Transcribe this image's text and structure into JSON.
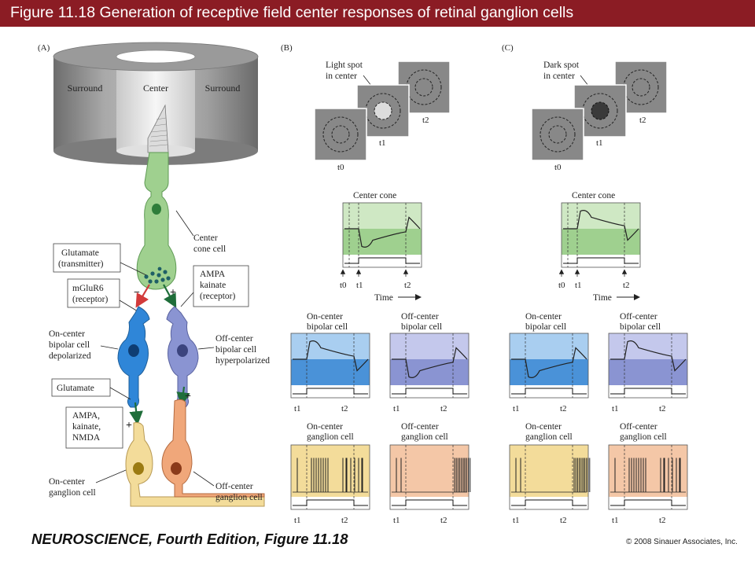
{
  "header": {
    "title": "Figure 11.18  Generation of receptive field center responses of retinal ganglion cells"
  },
  "footer": {
    "book": "NEUROSCIENCE, Fourth Edition, Figure 11.18",
    "copyright": "© 2008 Sinauer Associates, Inc."
  },
  "colors": {
    "header_bg": "#8b1c24",
    "cone": "#9fd08f",
    "on_bipolar": "#2f86d8",
    "off_bipolar": "#8a94d2",
    "on_ganglion": "#f3dc9a",
    "off_ganglion": "#f0a77a",
    "glutamate_arrow_green": "#1f6e3a",
    "glutamate_arrow_red": "#d23a3a"
  },
  "panel_a": {
    "letter": "(A)",
    "surround_left": "Surround",
    "center": "Center",
    "surround_right": "Surround",
    "center_cone_1": "Center",
    "center_cone_2": "cone cell",
    "glut_transmitter_1": "Glutamate",
    "glut_transmitter_2": "(transmitter)",
    "mglur6_1": "mGluR6",
    "mglur6_2": "(receptor)",
    "ampa_kainate_1": "AMPA",
    "ampa_kainate_2": "kainate",
    "ampa_kainate_3": "(receptor)",
    "minus": "−",
    "plus1": "+",
    "plus2": "+",
    "plus3": "+",
    "on_bipolar_1": "On-center",
    "on_bipolar_2": "bipolar cell",
    "on_bipolar_3": "depolarized",
    "off_bipolar_1": "Off-center",
    "off_bipolar_2": "bipolar cell",
    "off_bipolar_3": "hyperpolarized",
    "glutamate": "Glutamate",
    "ampa_nmda_1": "AMPA,",
    "ampa_nmda_2": "kainate,",
    "ampa_nmda_3": "NMDA",
    "on_ganglion_1": "On-center",
    "on_ganglion_2": "ganglion cell",
    "off_ganglion_1": "Off-center",
    "off_ganglion_2": "ganglion cell"
  },
  "panel_b": {
    "letter": "(B)",
    "spot_1": "Light spot",
    "spot_2": "in center",
    "t0": "t0",
    "t1": "t1",
    "t2": "t2",
    "center_cone": "Center cone",
    "time": "Time",
    "on_bipolar_1": "On-center",
    "on_bipolar_2": "bipolar cell",
    "off_bipolar_1": "Off-center",
    "off_bipolar_2": "bipolar cell",
    "on_ganglion_1": "On-center",
    "on_ganglion_2": "ganglion cell",
    "off_ganglion_1": "Off-center",
    "off_ganglion_2": "ganglion cell"
  },
  "panel_c": {
    "letter": "(C)",
    "spot_1": "Dark spot",
    "spot_2": "in center",
    "t0": "t0",
    "t1": "t1",
    "t2": "t2",
    "center_cone": "Center cone",
    "time": "Time",
    "on_bipolar_1": "On-center",
    "on_bipolar_2": "bipolar cell",
    "off_bipolar_1": "Off-center",
    "off_bipolar_2": "bipolar cell",
    "on_ganglion_1": "On-center",
    "on_ganglion_2": "ganglion cell",
    "off_ganglion_1": "Off-center",
    "off_ganglion_2": "ganglion cell"
  }
}
